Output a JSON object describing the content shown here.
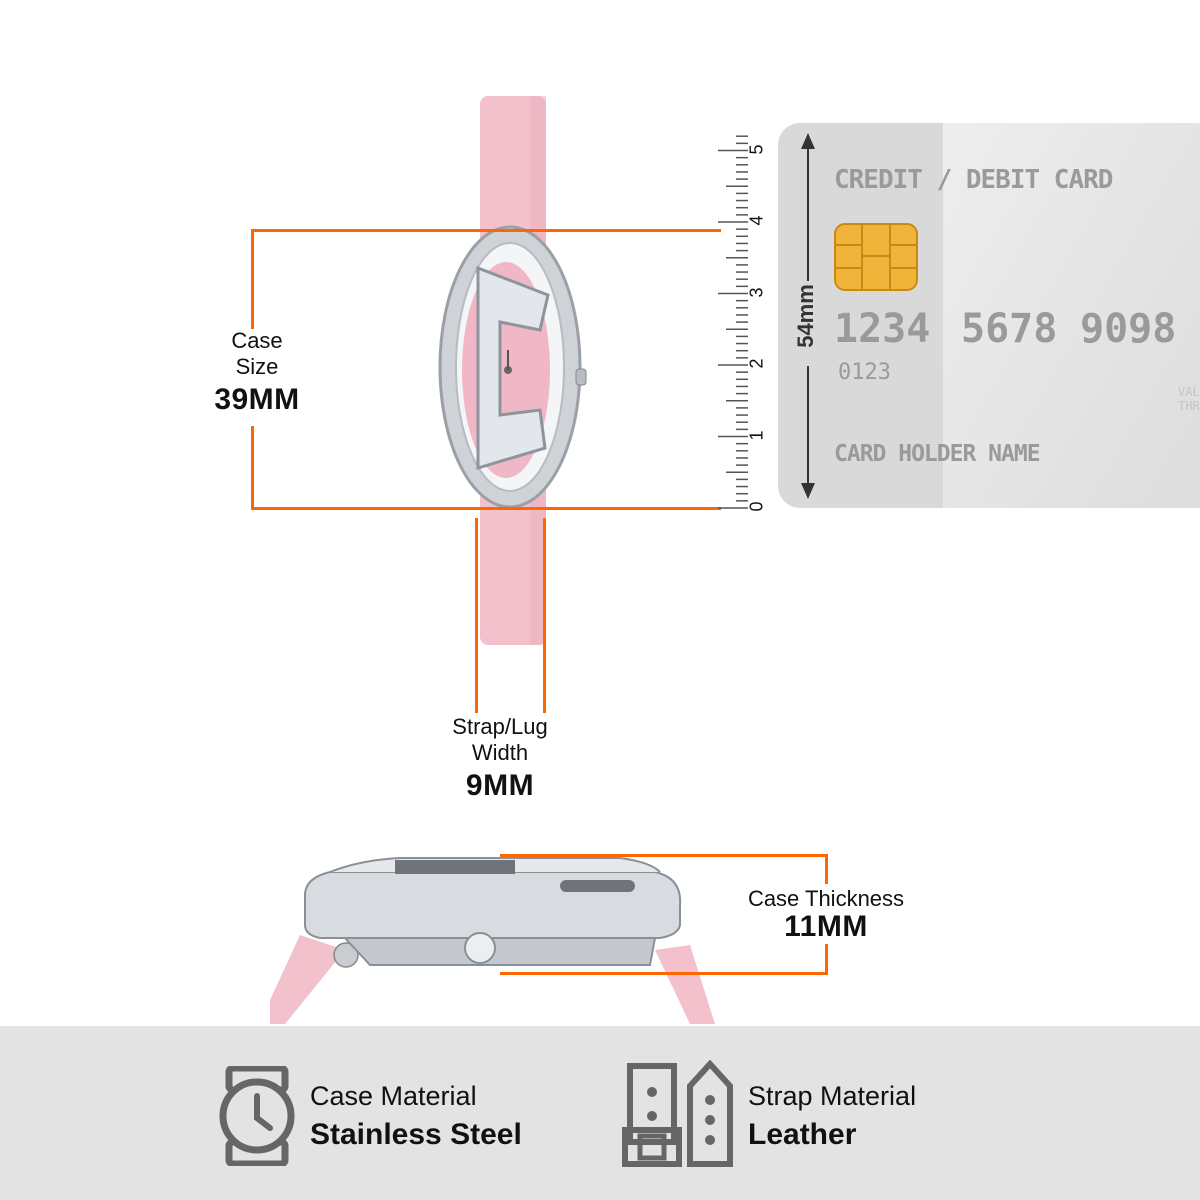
{
  "dimensions": {
    "case_size": {
      "label": "Case\nSize",
      "value": "39MM"
    },
    "strap_width": {
      "label": "Strap/Lug\nWidth",
      "value": "9MM"
    },
    "case_thickness": {
      "label": "Case Thickness",
      "value": "11MM"
    }
  },
  "ruler": {
    "ticks": [
      "0",
      "1",
      "2",
      "3",
      "4",
      "5"
    ]
  },
  "card": {
    "title": "CREDIT / DEBIT CARD",
    "number_groups": [
      "1234",
      "5678",
      "9098"
    ],
    "small_number": "0123",
    "holder": "CARD HOLDER NAME",
    "height_label": "54mm",
    "edge_text_1": "VAL",
    "edge_text_2": "THR"
  },
  "features": [
    {
      "icon": "watch-icon",
      "label": "Case Material",
      "value": "Stainless Steel"
    },
    {
      "icon": "strap-icon",
      "label": "Strap Material",
      "value": "Leather"
    }
  ],
  "colors": {
    "accent": "#ff6600",
    "strap": "#f2c1cc",
    "card": "#d9d9d9",
    "footer": "#e3e3e3"
  }
}
